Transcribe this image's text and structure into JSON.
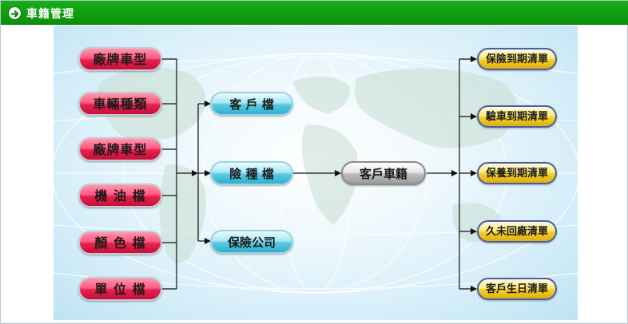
{
  "window": {
    "title": "車籍管理"
  },
  "icons": {
    "title_icon": "arrow-right-circle-icon"
  },
  "colors": {
    "titlebar": "#0b9f0b",
    "line": "#111111"
  },
  "diagram": {
    "sources": [
      {
        "label": "廠牌車型"
      },
      {
        "label": "車輛種類"
      },
      {
        "label": "廠牌車型"
      },
      {
        "label": "機 油 檔"
      },
      {
        "label": "顏 色 檔"
      },
      {
        "label": "單 位 檔"
      }
    ],
    "middle": [
      {
        "label": "客 戶 檔"
      },
      {
        "label": "險 種 檔"
      },
      {
        "label": "保險公司"
      }
    ],
    "hub": {
      "label": "客戶車籍"
    },
    "reports": [
      {
        "label": "保險到期清單"
      },
      {
        "label": "驗車到期清單"
      },
      {
        "label": "保養到期清單"
      },
      {
        "label": "久未回廠清單"
      },
      {
        "label": "客戶生日清單"
      }
    ]
  }
}
